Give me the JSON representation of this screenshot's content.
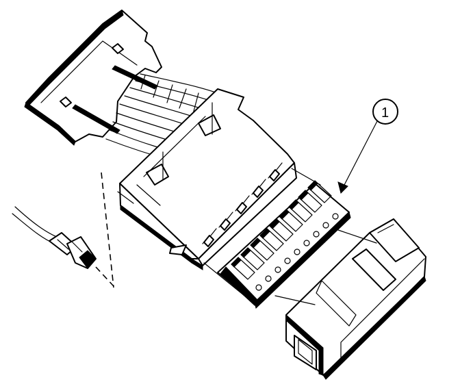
{
  "figure": {
    "callouts": [
      {
        "label": "1",
        "refers_to": "connector-terminal-comb"
      }
    ],
    "parts": [
      "ribbon-cable-end-board",
      "flat-ribbon-cable",
      "connector-housing",
      "connector-terminal-comb",
      "connector-cover",
      "single-wire-with-pin-terminal"
    ],
    "line_color": "#000000",
    "background_color": "#ffffff"
  }
}
